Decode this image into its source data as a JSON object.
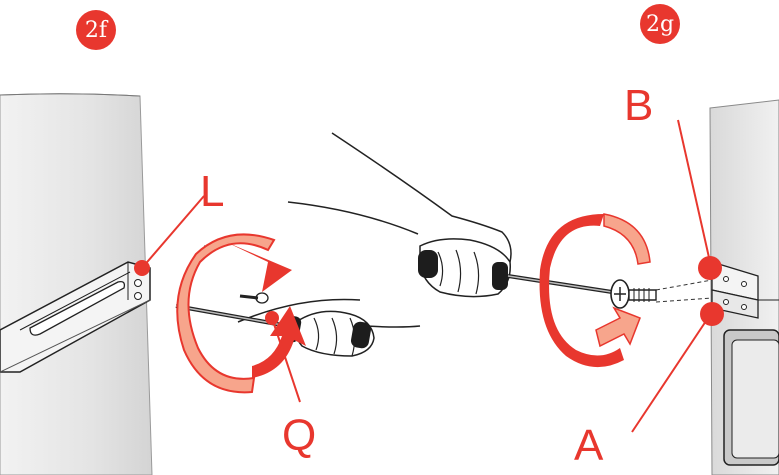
{
  "colors": {
    "accent": "#e8372e",
    "arrow_light": "#f7a58c",
    "line": "#1a1a1a",
    "panel": "#e6e6e6"
  },
  "steps": {
    "left_badge": "2f",
    "right_badge": "2g"
  },
  "callouts": {
    "L": "L",
    "Q": "Q",
    "B": "B",
    "A": "A"
  },
  "icons": {
    "rotate_left": "rotate-arrow-icon",
    "rotate_right": "rotate-arrow-icon",
    "screw": "screw-icon",
    "screwdriver": "screwdriver-icon"
  }
}
